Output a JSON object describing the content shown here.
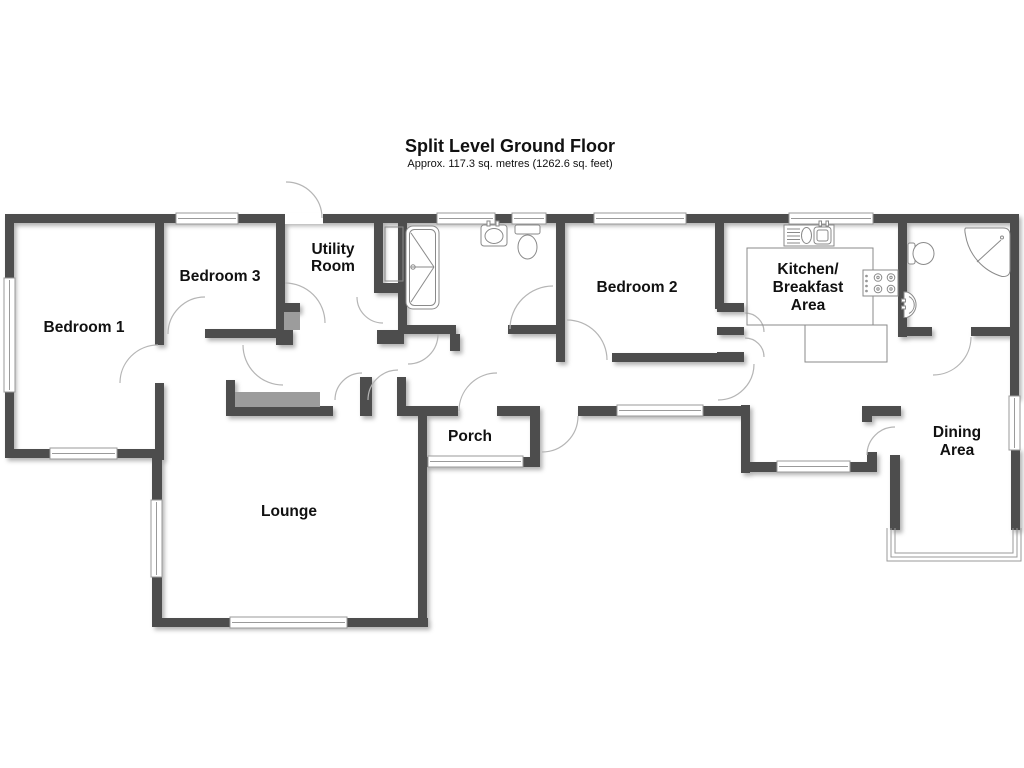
{
  "header": {
    "title": "Split Level Ground Floor",
    "subtitle": "Approx. 117.3 sq. metres (1262.6 sq. feet)"
  },
  "rooms": {
    "bedroom1": {
      "label": "Bedroom 1"
    },
    "bedroom3": {
      "label": "Bedroom 3"
    },
    "utility": {
      "line1": "Utility",
      "line2": "Room"
    },
    "bedroom2": {
      "label": "Bedroom 2"
    },
    "kitchen": {
      "line1": "Kitchen/",
      "line2": "Breakfast",
      "line3": "Area"
    },
    "dining": {
      "line1": "Dining",
      "line2": "Area"
    },
    "porch": {
      "label": "Porch"
    },
    "lounge": {
      "label": "Lounge"
    }
  },
  "colors": {
    "wall": "#4d4d4d",
    "step": "#9c9c9c",
    "fixture": "#8a8a8a",
    "frame": "#9a9a9a",
    "door": "#b5b5b5",
    "text": "#111111"
  }
}
